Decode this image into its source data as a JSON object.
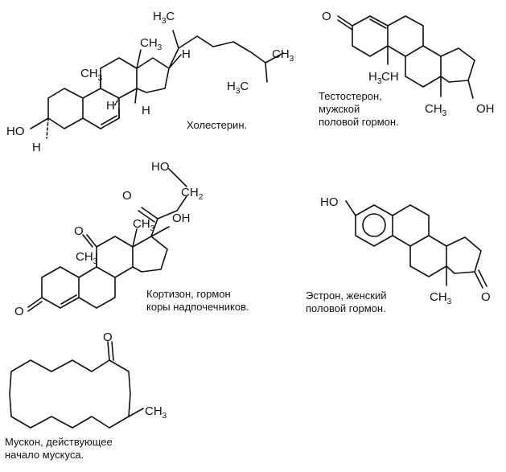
{
  "captions": {
    "cholesterol": [
      "Холестерин."
    ],
    "testosterone": [
      "Тестостерон,",
      "мужской",
      "половой гормон."
    ],
    "cortisone": [
      "Кортизон, гормон",
      "коры надпочечников."
    ],
    "estrone": [
      "Эстрон, женский",
      "половой гормон."
    ],
    "muscone": [
      "Мускон, действующее",
      "начало мускуса."
    ]
  },
  "atoms": {
    "H": "H",
    "HO": "HO",
    "OH": "OH",
    "O": "O",
    "C": "C",
    "CH": "CH",
    "H3": "H",
    "three": "3",
    "two": "2"
  }
}
